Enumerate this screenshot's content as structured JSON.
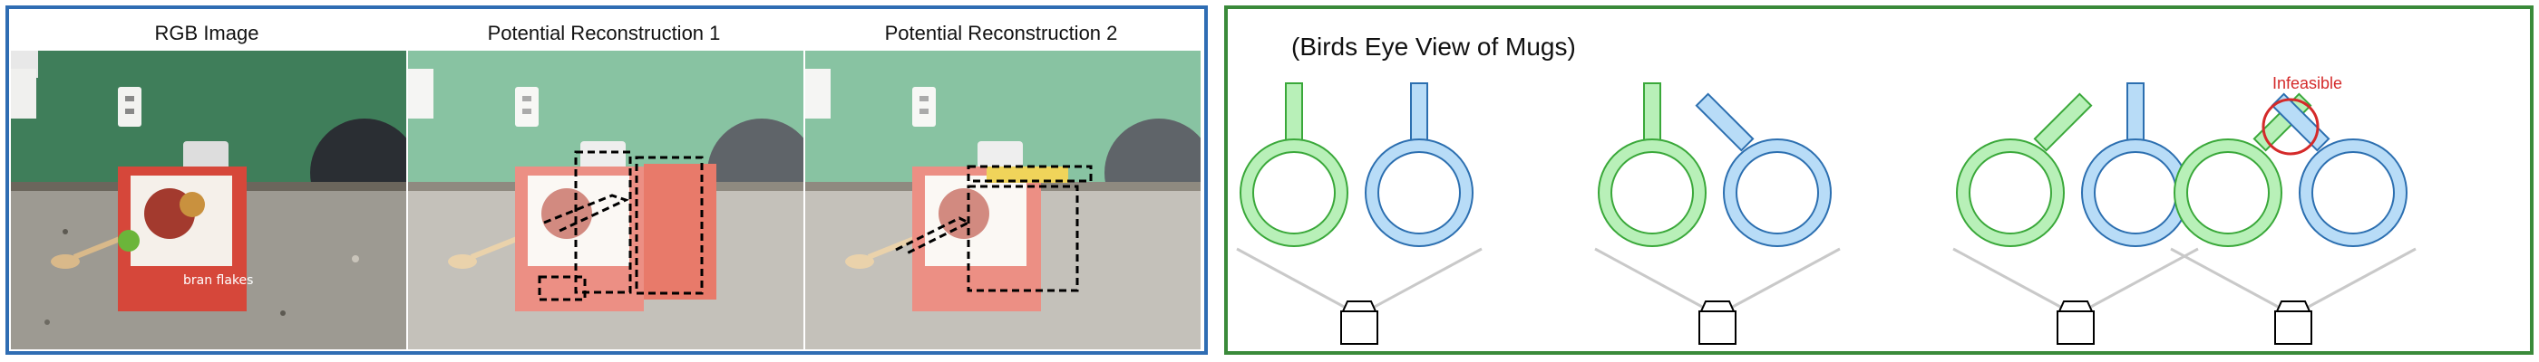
{
  "left_panel": {
    "captions": [
      "RGB Image",
      "Potential Reconstruction 1",
      "Potential Reconstruction 2"
    ],
    "box_label": "bran flakes"
  },
  "right_panel": {
    "title": "(Birds Eye View of Mugs)",
    "infeasible_label": "Infeasible"
  },
  "colors": {
    "mug_green_fill": "#b8f0b8",
    "mug_green_stroke": "#3aa83a",
    "mug_blue_fill": "#b8dcf7",
    "mug_blue_stroke": "#2c6fb0",
    "infeasible_red": "#d42a2a",
    "left_border": "#2f6db3",
    "right_border": "#3a8a3a"
  }
}
